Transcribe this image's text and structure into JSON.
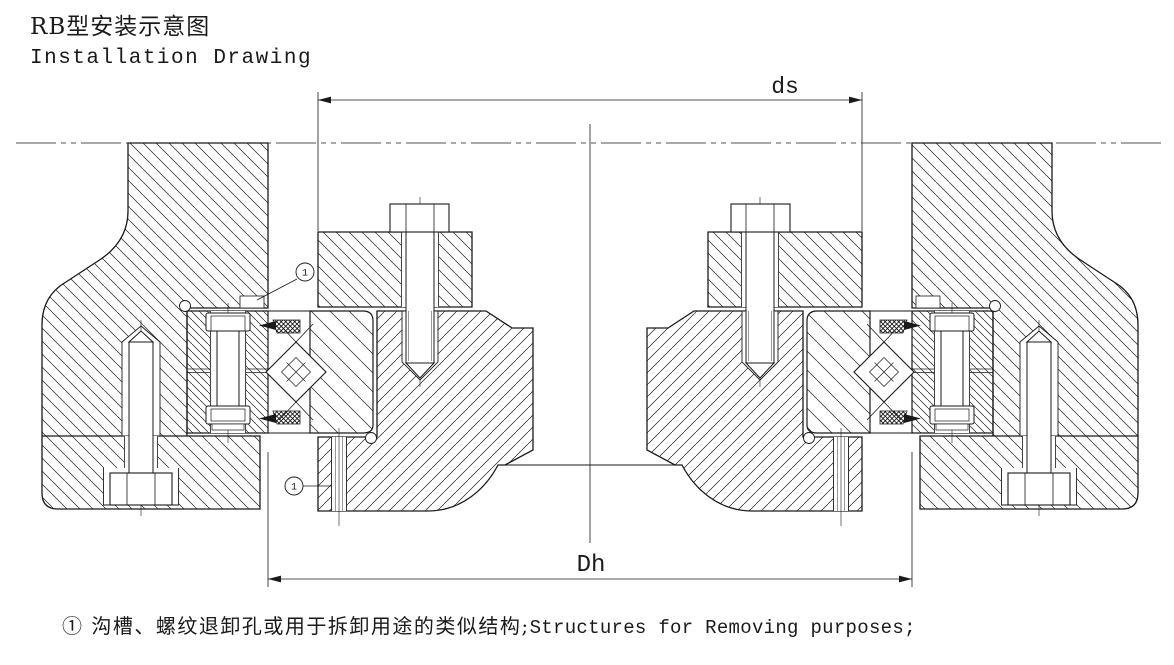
{
  "colors": {
    "ink": "#1a1a1a",
    "hatch": "#222222",
    "background": "#ffffff"
  },
  "header": {
    "title_zh": "RB型安装示意图",
    "title_en": "Installation Drawing"
  },
  "dimensions": {
    "shaft_pilot": "ds",
    "housing_bore": "Dh"
  },
  "callouts": {
    "top_label": "1",
    "bottom_label": "1"
  },
  "footnote": {
    "marker": "①",
    "text_zh": " 沟槽、螺纹退卸孔或用于拆卸用途的类似结构;",
    "text_en": "Structures for Removing purposes;"
  }
}
